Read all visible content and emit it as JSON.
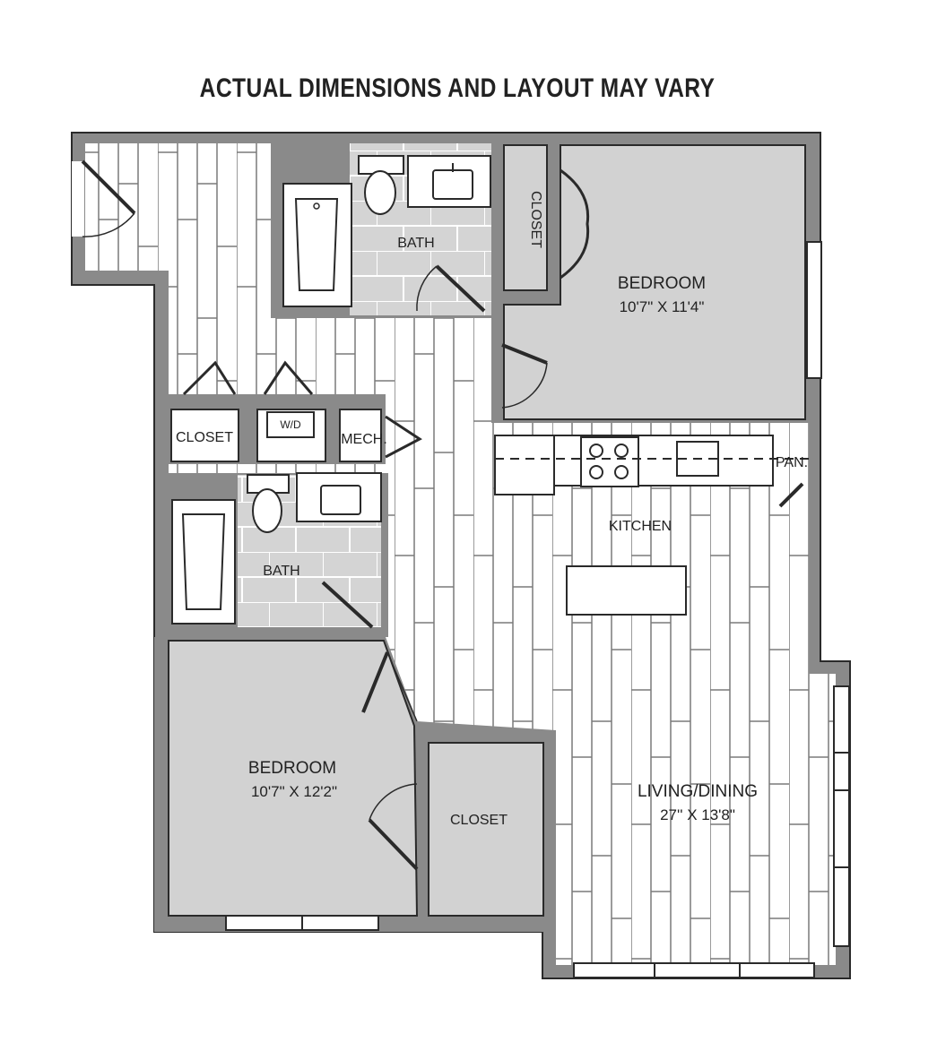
{
  "header": {
    "title": "ACTUAL DIMENSIONS AND LAYOUT MAY VARY"
  },
  "rooms": {
    "bedroom_top": {
      "label": "BEDROOM",
      "dims": "10'7\" X 11'4\""
    },
    "bedroom_bottom": {
      "label": "BEDROOM",
      "dims": "10'7\" X 12'2\""
    },
    "living": {
      "label": "LIVING/DINING",
      "dims": "27'' X 13'8\""
    },
    "kitchen": {
      "label": "KITCHEN"
    },
    "bath_top": {
      "label": "BATH"
    },
    "bath_bottom": {
      "label": "BATH"
    },
    "closet_top": {
      "label": "CLOSET"
    },
    "closet_left": {
      "label": "CLOSET"
    },
    "closet_bottom": {
      "label": "CLOSET"
    },
    "mech": {
      "label": "MECH."
    },
    "pantry": {
      "label": "PAN."
    },
    "washer_dryer": {
      "label": "W/D"
    }
  },
  "colors": {
    "wall": "#8a8a8a",
    "wall_edge": "#2a2a2a",
    "floor": "#ffffff",
    "bedroom": "#d2d2d2",
    "tile": "#d4d4d4",
    "plank_line": "#7a7a7a"
  }
}
